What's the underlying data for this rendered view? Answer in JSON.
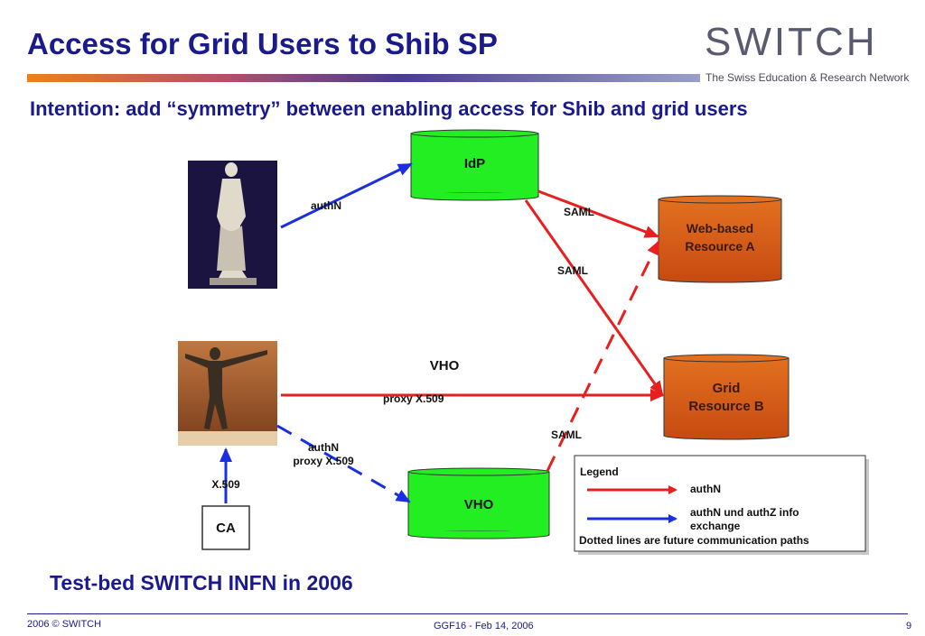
{
  "header": {
    "title": "Access for Grid Users to Shib SP",
    "logo": {
      "text": "SWITCH",
      "subtitle": "The Swiss Education & Research Network"
    }
  },
  "intro": "Intention: add “symmetry” between enabling access for Shib and grid users",
  "diagram": {
    "nodes": {
      "idp": "IdP",
      "vho_db": "VHO",
      "ca": "CA",
      "resource_a": [
        "Web-based",
        "Resource A"
      ],
      "resource_b": [
        "Grid",
        "Resource B"
      ]
    },
    "images": {
      "user_shib": "venus-statue-icon",
      "user_grid": "bronze-statue-icon"
    },
    "labels": {
      "authn": "authN",
      "saml_1": "SAML",
      "saml_2": "SAML",
      "saml_3": "SAML",
      "vho": "VHO",
      "proxy": "proxy X.509",
      "authn_proxy": [
        "authN",
        "proxy X.509"
      ],
      "x509": "X.509"
    },
    "legend": {
      "title": "Legend",
      "red_label": "authN",
      "blue_label": [
        "authN und authZ info",
        "exchange"
      ],
      "note": "Dotted lines are future communication paths"
    },
    "colors": {
      "red": "#e81f1f",
      "blue": "#1a2fe0",
      "green": "#22ee22",
      "orange": "#d85a1a"
    }
  },
  "testbed": "Test-bed SWITCH INFN in 2006",
  "footer": {
    "left": "2006 © SWITCH",
    "center": "GGF16 - Feb 14, 2006",
    "page": "9"
  }
}
